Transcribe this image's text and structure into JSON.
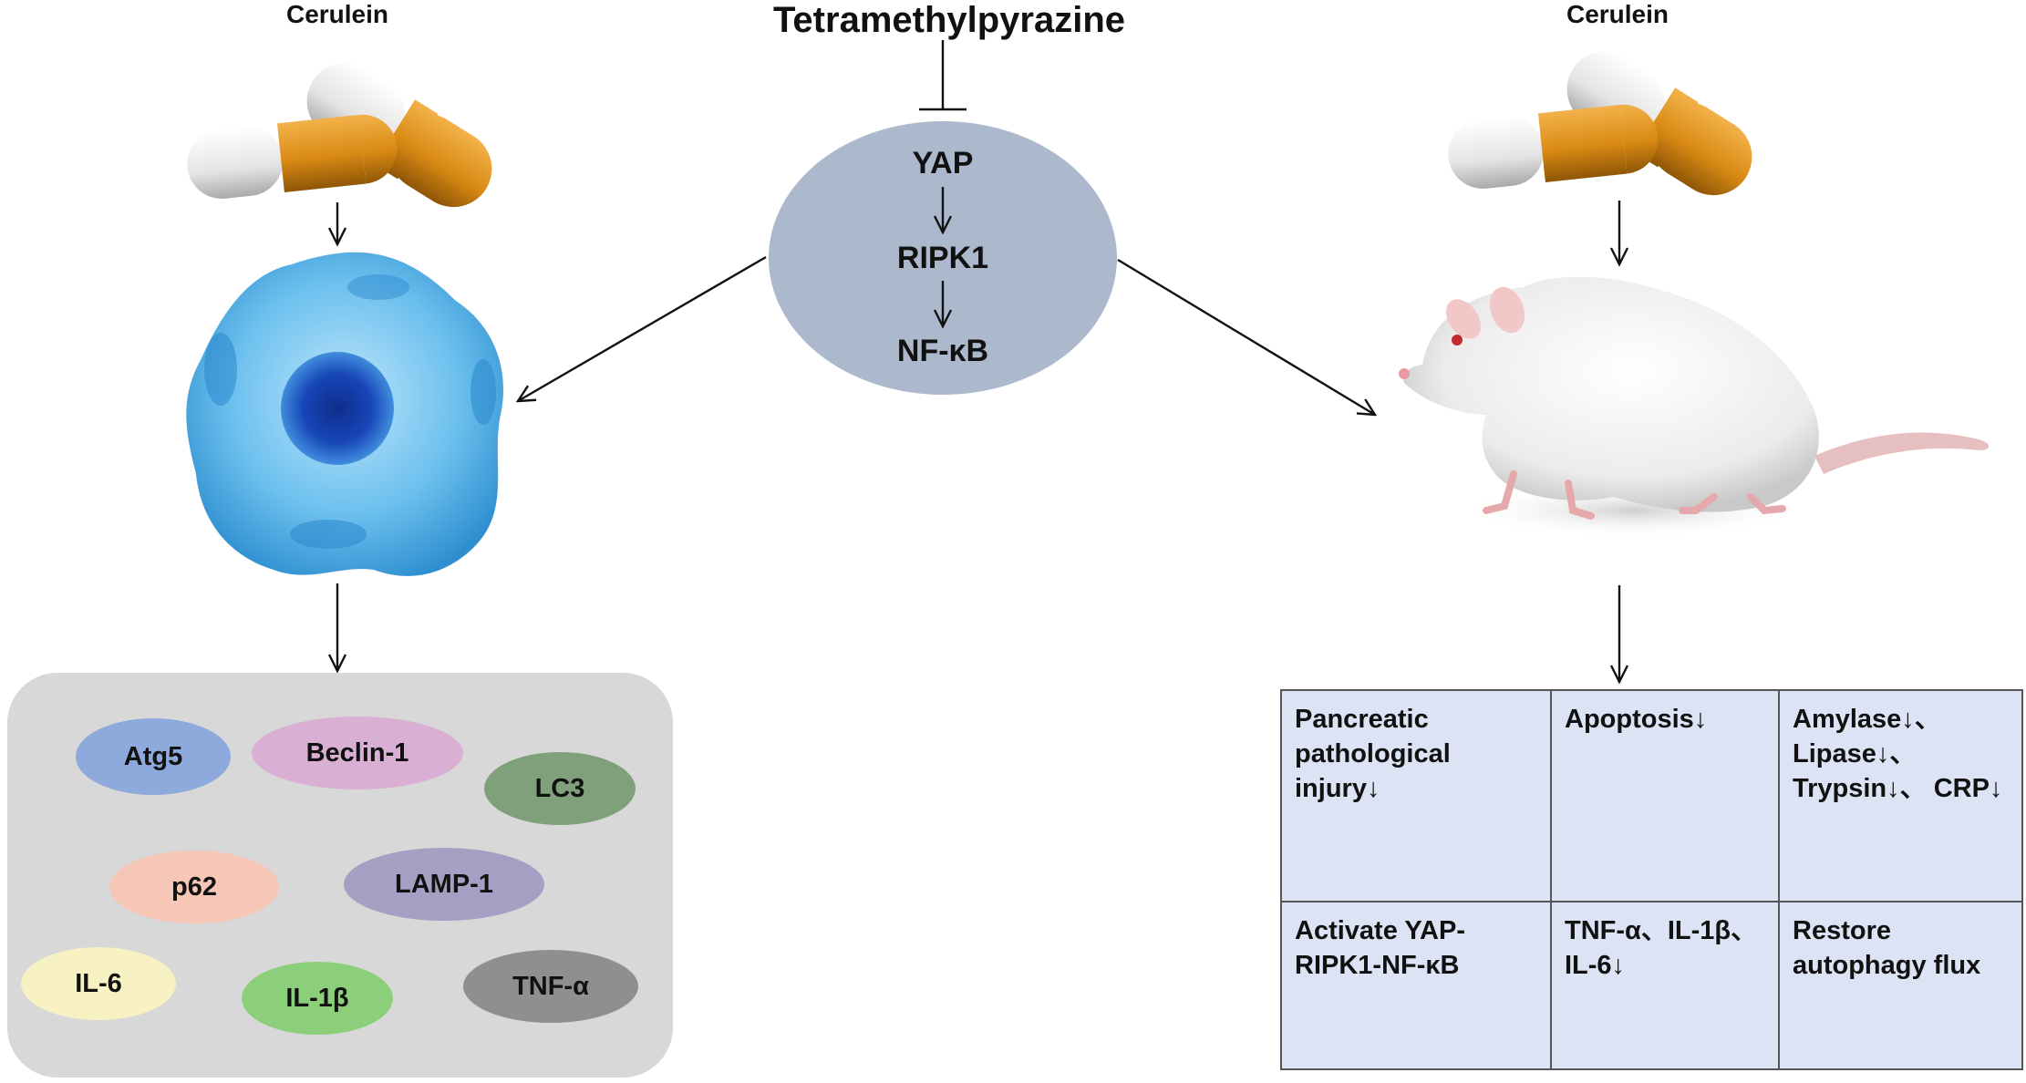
{
  "title": "Tetramethylpyrazine",
  "pathway": [
    "YAP",
    "RIPK1",
    "NF-κB"
  ],
  "left_label": "Cerulein",
  "right_label": "Cerulein",
  "markers": [
    "Atg5",
    "Beclin-1",
    "LC3",
    "p62",
    "LAMP-1",
    "IL-6",
    "IL-1β",
    "TNF-α"
  ],
  "marker_colors": [
    "#8ea9db",
    "#d9b0d3",
    "#7fa07a",
    "#f6c7b6",
    "#a79ec4",
    "#f7f1c4",
    "#8ccf7a",
    "#8f8f8f"
  ],
  "results": {
    "r1c1": "Pancreatic pathological injury↓",
    "r1c2": "Apoptosis↓",
    "r1c3": "Amylase↓、 Lipase↓、 Trypsin↓、 CRP↓",
    "r2c1": "Activate YAP-RIPK1-NF-κB",
    "r2c2": "TNF-α、IL-1β、IL-6↓",
    "r2c3": "Restore autophagy flux"
  }
}
